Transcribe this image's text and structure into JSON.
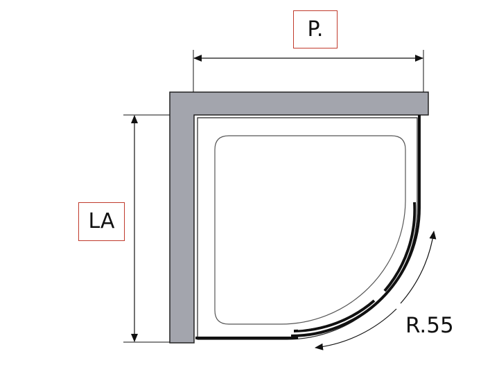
{
  "labels": {
    "width": "P.",
    "depth": "LA",
    "radius": "R.55"
  },
  "colors": {
    "wall": "#a3a5ad",
    "wall_outline": "#222222",
    "line": "#111111",
    "label_border": "#c0392b",
    "background": "#ffffff"
  },
  "icons": {
    "dimension_arrow": "double-headed-arrow",
    "radius_arrow": "curved-double-arrow"
  }
}
